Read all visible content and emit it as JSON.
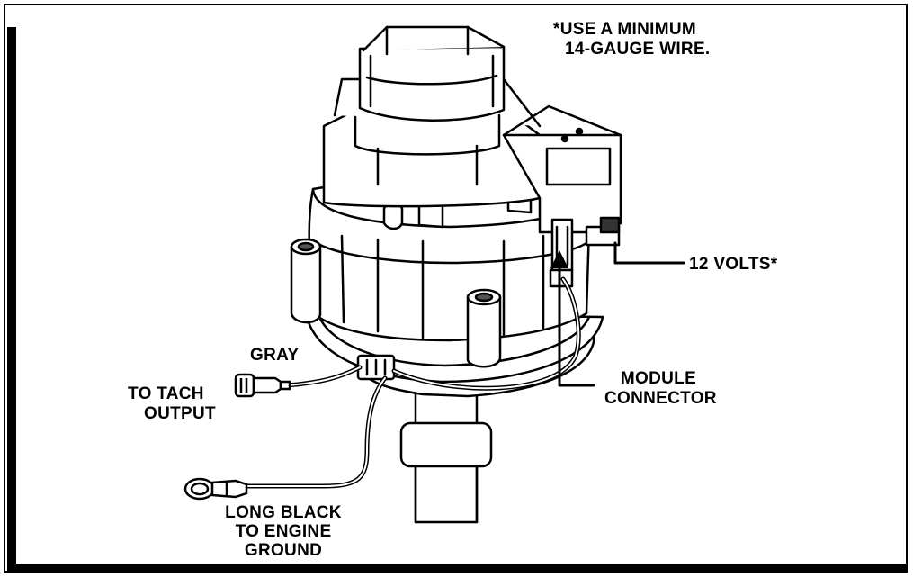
{
  "labels": {
    "wire_note_line1": "*USE A MINIMUM",
    "wire_note_line2": "14-GAUGE WIRE.",
    "volts": "12 VOLTS*",
    "gray": "GRAY",
    "tach_line1": "TO TACH",
    "tach_line2": "OUTPUT",
    "module_line1": "MODULE",
    "module_line2": "CONNECTOR",
    "ground_line1": "LONG BLACK",
    "ground_line2": "TO ENGINE",
    "ground_line3": "GROUND"
  }
}
